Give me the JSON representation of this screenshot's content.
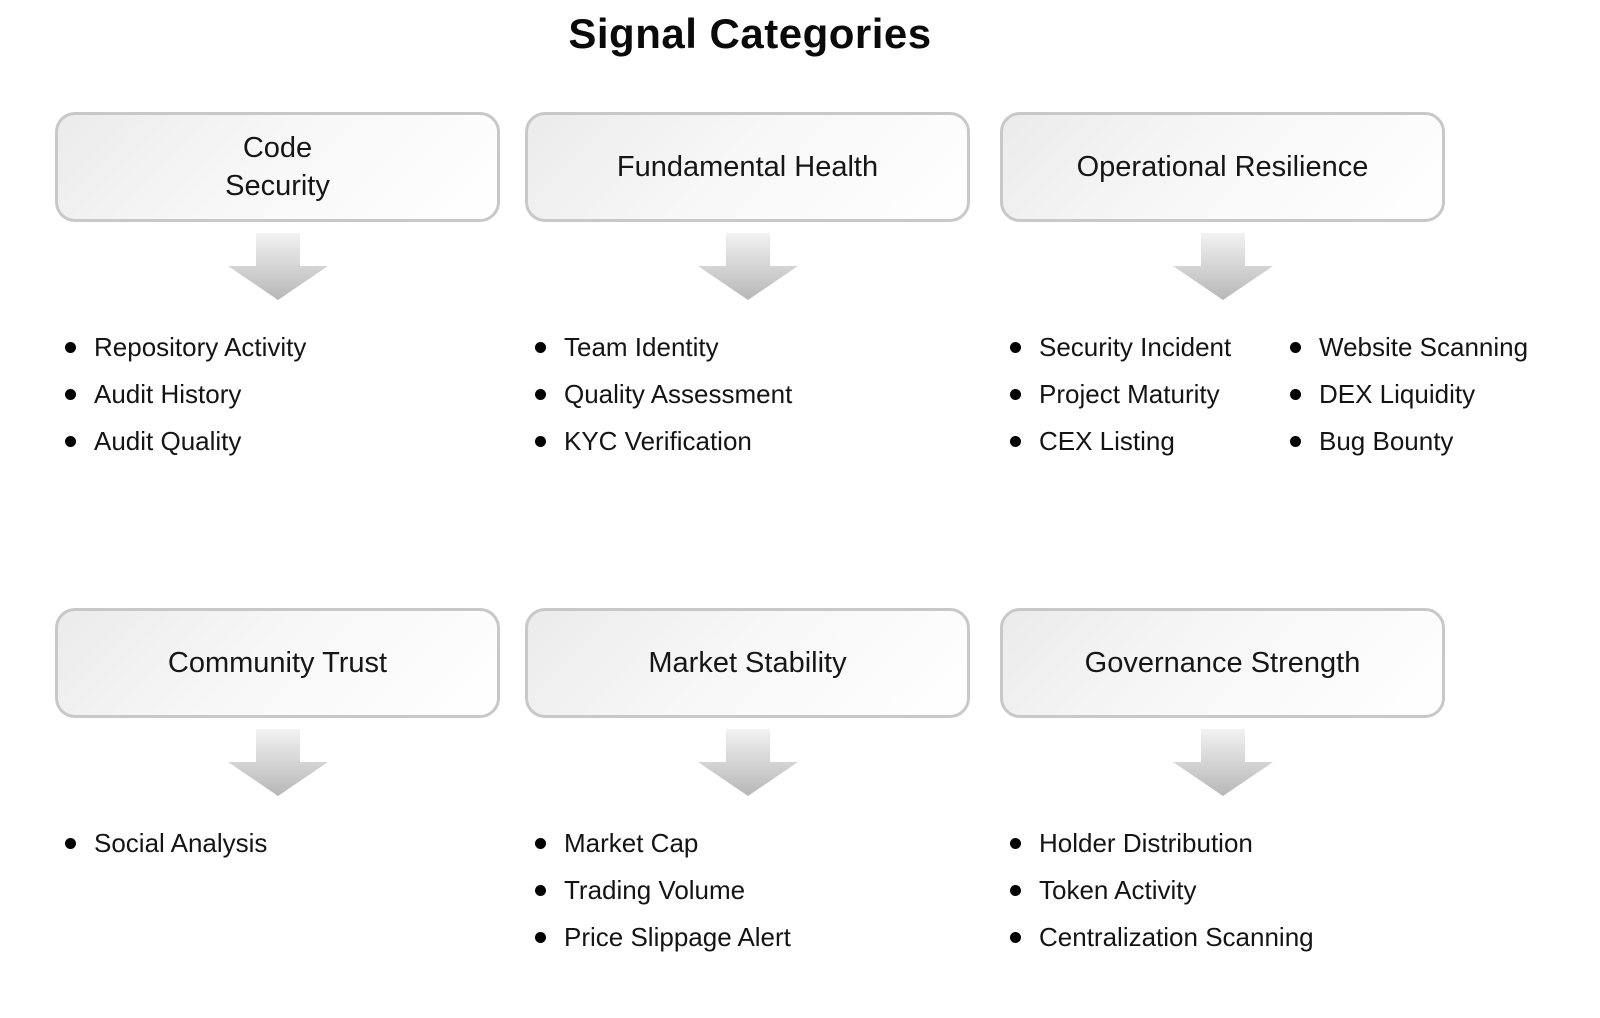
{
  "title": "Signal Categories",
  "colors": {
    "background": "#ffffff",
    "box_border": "#c8c8c8",
    "box_fill_shade": "#ebebeb",
    "box_fill_light": "#ffffff",
    "arrow_gradient_top": "#f2f2f2",
    "arrow_gradient_bottom": "#b7b7b7",
    "text": "#141414",
    "bullet_dot": "#000000"
  },
  "categories": [
    {
      "name": "code-security",
      "label": "Code\nSecurity",
      "item_columns": [
        [
          "Repository Activity",
          "Audit History",
          "Audit Quality"
        ]
      ]
    },
    {
      "name": "fundamental-health",
      "label": "Fundamental Health",
      "item_columns": [
        [
          "Team Identity",
          "Quality Assessment",
          "KYC Verification"
        ]
      ]
    },
    {
      "name": "operational-resilience",
      "label": "Operational Resilience",
      "item_columns": [
        [
          "Security Incident",
          "Project Maturity",
          "CEX Listing"
        ],
        [
          "Website Scanning",
          "DEX Liquidity",
          "Bug Bounty"
        ]
      ]
    },
    {
      "name": "community-trust",
      "label": "Community Trust",
      "item_columns": [
        [
          "Social Analysis"
        ]
      ]
    },
    {
      "name": "market-stability",
      "label": "Market Stability",
      "item_columns": [
        [
          "Market Cap",
          "Trading Volume",
          "Price Slippage Alert"
        ]
      ]
    },
    {
      "name": "governance-strength",
      "label": "Governance Strength",
      "item_columns": [
        [
          "Holder Distribution",
          "Token Activity",
          "Centralization Scanning"
        ]
      ]
    }
  ]
}
